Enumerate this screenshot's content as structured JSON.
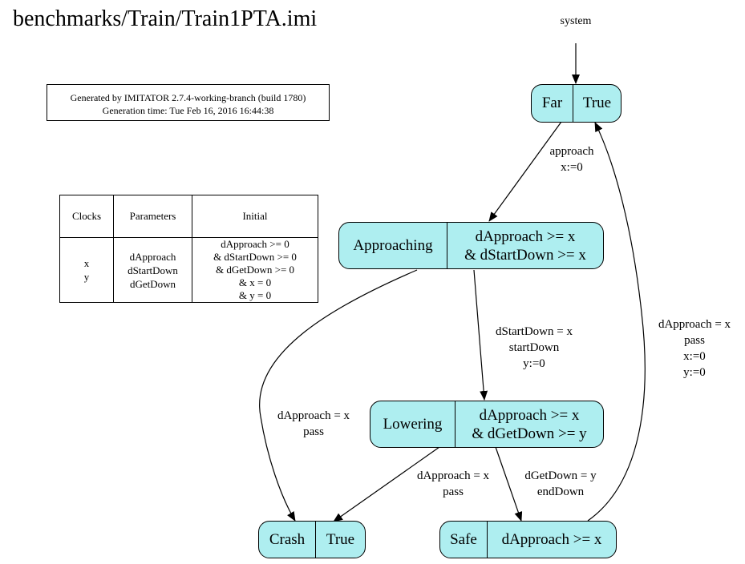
{
  "title": "benchmarks/Train/Train1PTA.imi",
  "generated_info": {
    "line1": "Generated by IMITATOR 2.7.4-working-branch (build 1780)",
    "line2": "Generation time: Tue Feb 16, 2016 16:44:38"
  },
  "variables_table": {
    "headers": [
      "Clocks",
      "Parameters",
      "Initial"
    ],
    "clocks": [
      "x",
      "y"
    ],
    "parameters": [
      "dApproach",
      "dStartDown",
      "dGetDown"
    ],
    "initial": [
      "dApproach >= 0",
      "& dStartDown >= 0",
      "& dGetDown >= 0",
      "& x = 0",
      "& y = 0"
    ]
  },
  "system_label": "system",
  "locations": {
    "far": {
      "name": "Far",
      "invariant": "True"
    },
    "approaching": {
      "name": "Approaching",
      "invariant_line1": "dApproach >= x",
      "invariant_line2": "& dStartDown >= x"
    },
    "lowering": {
      "name": "Lowering",
      "invariant_line1": "dApproach >= x",
      "invariant_line2": "& dGetDown >= y"
    },
    "crash": {
      "name": "Crash",
      "invariant": "True"
    },
    "safe": {
      "name": "Safe",
      "invariant": "dApproach >= x"
    }
  },
  "transitions": {
    "far_to_approaching": [
      "approach",
      "x:=0"
    ],
    "approaching_to_lowering": [
      "dStartDown = x",
      "startDown",
      "y:=0"
    ],
    "approaching_to_crash": [
      "dApproach = x",
      "pass"
    ],
    "lowering_to_crash": [
      "dApproach = x",
      "pass"
    ],
    "lowering_to_safe": [
      "dGetDown = y",
      "endDown"
    ],
    "safe_to_far": [
      "dApproach = x",
      "pass",
      "x:=0",
      "y:=0"
    ]
  },
  "colors": {
    "node_fill": "#aeeef0",
    "stroke": "#000000"
  }
}
